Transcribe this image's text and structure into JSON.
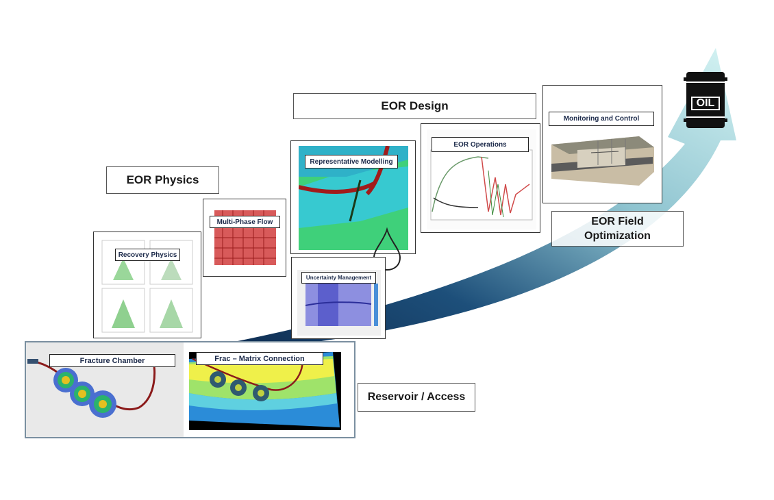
{
  "stages": {
    "reservoir_access": "Reservoir / Access",
    "eor_physics": "EOR Physics",
    "eor_design": "EOR Design",
    "eor_field_optimization": "EOR Field Optimization"
  },
  "panels": {
    "fracture_chamber": "Fracture Chamber",
    "frac_matrix_connection": "Frac – Matrix Connection",
    "recovery_physics": "Recovery Physics",
    "multi_phase_flow": "Multi-Phase Flow",
    "representative_modelling": "Representative Modelling",
    "uncertainty_management": "Uncertainty Management",
    "eor_operations": "EOR Operations",
    "monitoring_and_control": "Monitoring and Control"
  },
  "barrel": {
    "label": "OIL"
  },
  "colors": {
    "arrow_dark": "#0f2f55",
    "arrow_light": "#cfeff0",
    "barrel": "#111111"
  }
}
